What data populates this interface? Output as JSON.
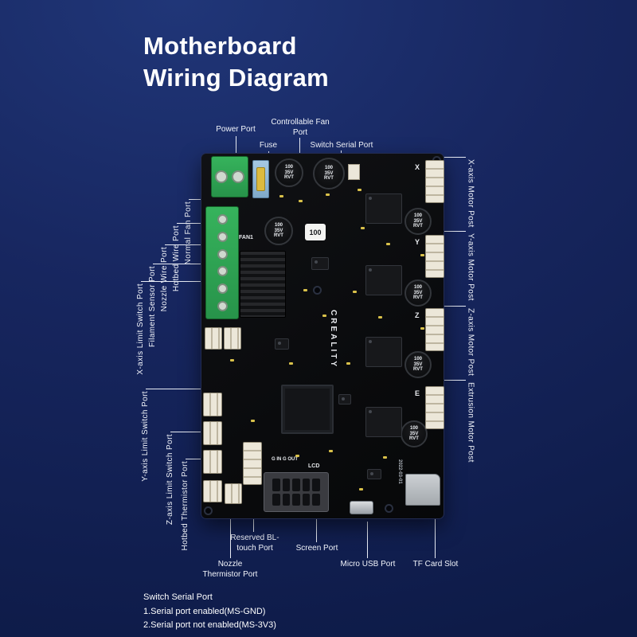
{
  "title": {
    "line1": "Motherboard",
    "line2": "Wiring Diagram"
  },
  "callouts": {
    "power_port": "Power Port",
    "fuse": "Fuse",
    "controllable_fan_port": "Controllable Fan Port",
    "switch_serial_port": "Switch Serial Port",
    "x_axis_motor": "X-axis Motor Post",
    "y_axis_motor": "Y-axis Motor Post",
    "z_axis_motor": "Z-axis Motor Post",
    "extrusion_motor": "Extrusion Motor Post",
    "normal_fan_port": "Normal Fan Port",
    "hotbed_wire_port": "Hotbed Wire Port",
    "nozzle_wire_port": "Nozzle Wire Port",
    "filament_sensor_port": "Filament Sensor Port",
    "x_axis_limit_switch_port": "X-axis Limit Switch Port",
    "y_axis_limit_switch_port": "Y-axis Limit Switch Port",
    "z_axis_limit_switch_port": "Z-axis Limit Switch Port",
    "hotbed_thermistor_port": "Hotbed Thermistor Port",
    "reserved_bl_touch_port": "Reserved BL-touch Port",
    "nozzle_thermistor_port": "Nozzle Thermistor Port",
    "screen_port": "Screen Port",
    "micro_usb_port": "Micro USB Port",
    "tf_card_slot": "TF Card Slot"
  },
  "board": {
    "brand": "CREALITY",
    "silkscreen": {
      "fan1": "FAN1",
      "lcd": "LCD",
      "g_in_g_out": "G IN G OUT",
      "relay": "100",
      "date_code": "2022-03-01"
    },
    "capacitor": {
      "l1": "100",
      "l2": "35V",
      "l3": "RVT"
    },
    "axis": {
      "x": "X",
      "y": "Y",
      "z": "Z",
      "e": "E"
    }
  },
  "footnote": {
    "heading": "Switch Serial Port",
    "note1": "1.Serial port enabled(MS-GND)",
    "note2": "2.Serial port not enabled(MS-3V3)"
  },
  "colors": {
    "background": "#17265f",
    "pcb": "#0b0c0e",
    "terminal_green": "#2da24e",
    "fuse_holder_blue": "#8fb9da",
    "fuse_yellow": "#dcba3f",
    "connector_beige": "#ece7d9",
    "label_white": "#ffffff"
  }
}
